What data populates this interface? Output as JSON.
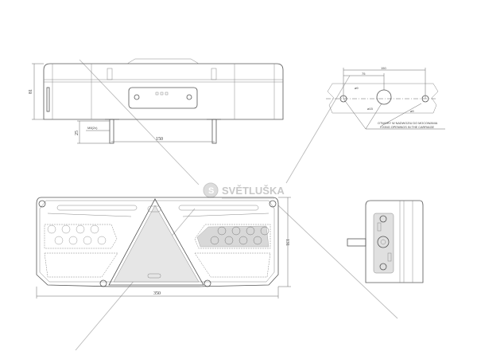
{
  "logo": {
    "text": "SVĚTLUŠKA"
  },
  "top_view": {
    "height_dim": "81",
    "bolt_len_dim": "25",
    "bolt_label": "M8(2x)",
    "bolt_spacing_dim": "150"
  },
  "front_view": {
    "width_dim": "350",
    "height_dim": "131"
  },
  "hole_pattern": {
    "spacing_dim": "150",
    "half_dim": "75",
    "hole_left": "⌀9",
    "hole_center": "⌀15",
    "hole_right": "⌀9",
    "note_pl": "OTWORY W NADWOZIU DO MOCOWANIA",
    "note_en": "FIXING OPENINGS IN THE CARRIAGE"
  }
}
